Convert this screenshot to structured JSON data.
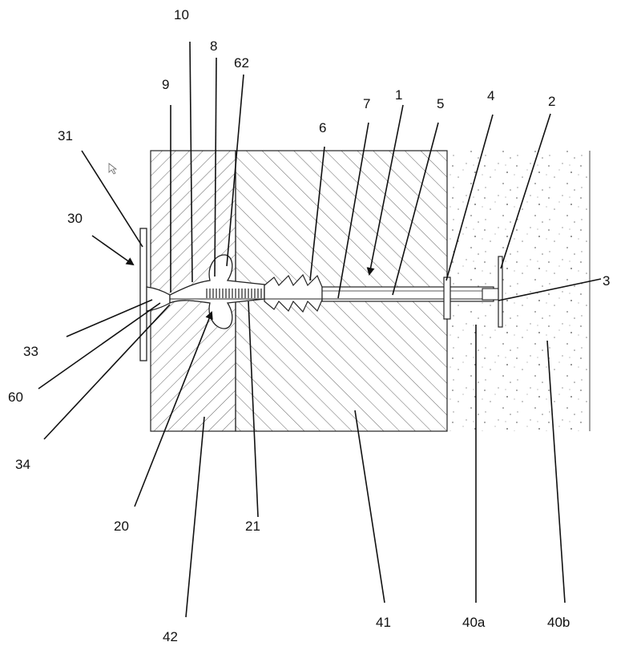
{
  "labels": {
    "l10": "10",
    "l8": "8",
    "l62": "62",
    "l9": "9",
    "l1": "1",
    "l7": "7",
    "l5": "5",
    "l4": "4",
    "l2": "2",
    "l6": "6",
    "l31": "31",
    "l30": "30",
    "l3": "3",
    "l33": "33",
    "l60": "60",
    "l34": "34",
    "l20": "20",
    "l21": "21",
    "l42": "42",
    "l41": "41",
    "l40a": "40a",
    "l40b": "40b"
  },
  "colors": {
    "line": "#222222",
    "hatch": "#555555",
    "spring": "#333333",
    "concrete_speck": "#7a7a7a"
  }
}
